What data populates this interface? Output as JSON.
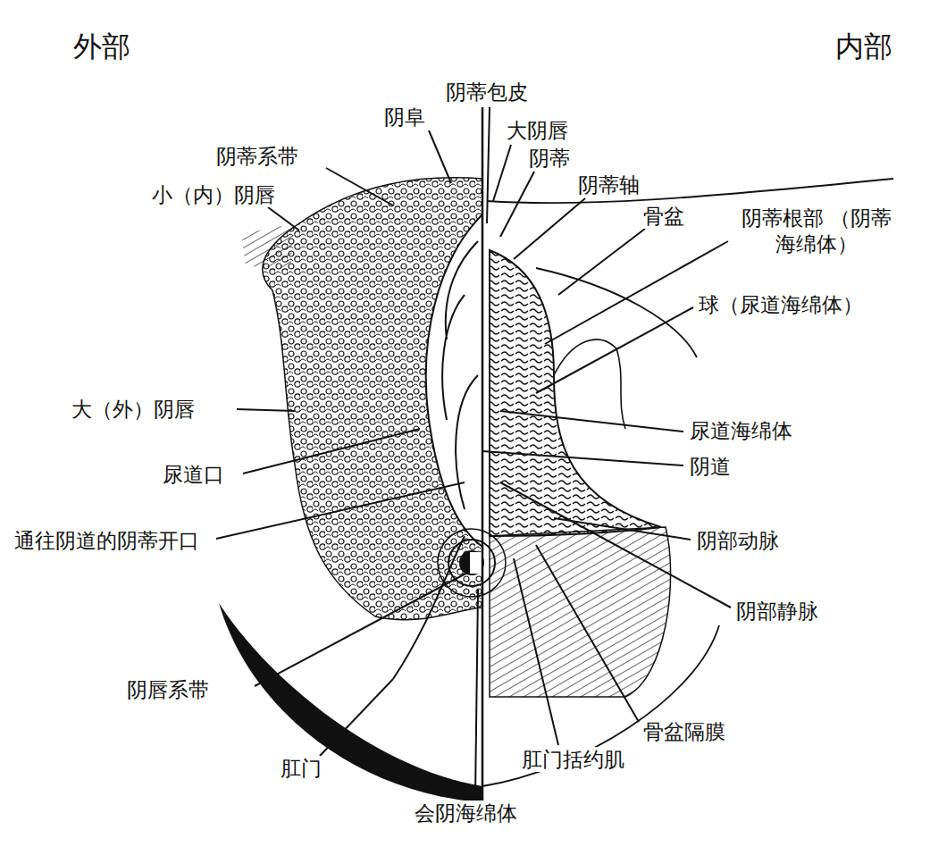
{
  "diagram": {
    "labels": [
      "外部",
      "内部",
      "阴蒂包皮",
      "阴阜",
      "大阴唇",
      "阴蒂系带",
      "阴蒂",
      "阴蒂轴",
      "小（内）阴唇",
      "骨盆",
      "阴蒂根部 （阴蒂海绵体）",
      "球（尿道海绵体）",
      "大（外）阴唇",
      "尿道海绵体",
      "尿道口",
      "阴道",
      "通往阴道的阴蒂开口",
      "阴部动脉",
      "阴部静脉",
      "阴唇系带",
      "骨盆隔膜",
      "肛门",
      "肛门括约肌",
      "会阴海绵体"
    ]
  }
}
